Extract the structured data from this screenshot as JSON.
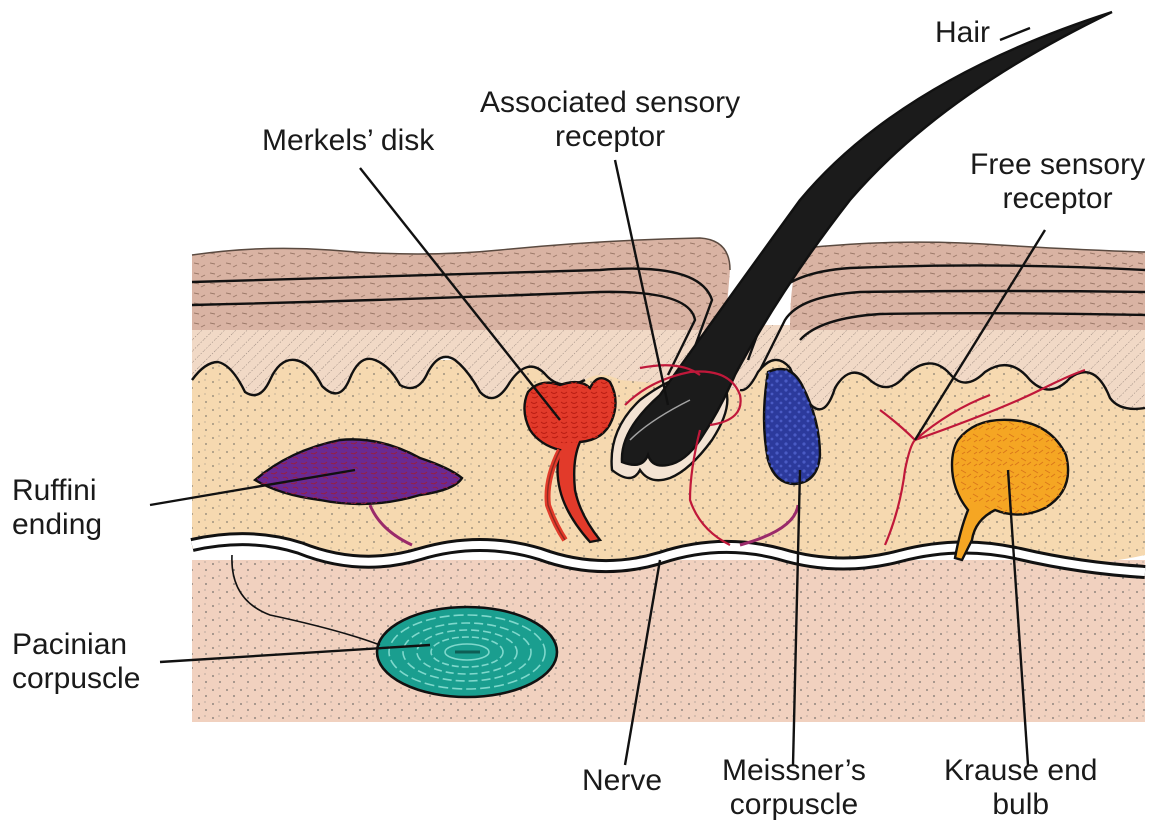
{
  "labels": {
    "hair": "Hair",
    "associated_sensory_receptor": "Associated sensory\nreceptor",
    "merkels_disk": "Merkels’ disk",
    "free_sensory_receptor": "Free sensory\nreceptor",
    "ruffini_ending": "Ruffini\nending",
    "pacinian_corpuscle": "Pacinian\ncorpuscle",
    "nerve": "Nerve",
    "meissners_corpuscle": "Meissner’s\ncorpuscle",
    "krause_end_bulb": "Krause end\nbulb"
  },
  "colors": {
    "epidermis": "#d9b3a3",
    "papillary_layer": "#f1d9c6",
    "dermis": "#f6d9b0",
    "hypodermis": "#f1d1bf",
    "hair": "#1b1b1b",
    "merkels_disk": "#e23a2a",
    "ruffini_ending": "#6a2a92",
    "meissners_corpuscle": "#2c3a9c",
    "krause_end_bulb": "#f5a623",
    "pacinian_corpuscle": "#1a9e8f",
    "nerve_fiber": "#c0183a"
  }
}
